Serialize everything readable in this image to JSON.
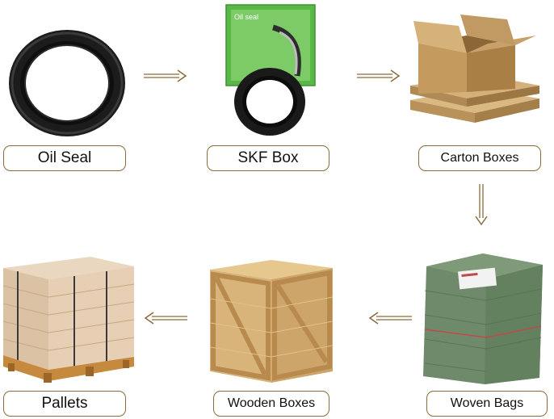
{
  "steps": [
    {
      "label": "Oil Seal",
      "image": "oil-seal-ring"
    },
    {
      "label": "SKF Box",
      "image": "skf-box-with-seal",
      "box_text": "Oil seal"
    },
    {
      "label": "Carton Boxes",
      "image": "carton-boxes"
    },
    {
      "label": "Woven Bags",
      "image": "woven-bag-package"
    },
    {
      "label": "Wooden Boxes",
      "image": "wooden-crate"
    },
    {
      "label": "Pallets",
      "image": "wrapped-pallet"
    }
  ],
  "arrow_icons": [
    "arrow-right-icon",
    "arrow-right-icon",
    "arrow-down-icon",
    "arrow-left-icon",
    "arrow-left-icon"
  ],
  "colors": {
    "label_border": "#8a6a3a",
    "arrow": "#8a6a3a",
    "box_green": "#5ab848",
    "cardboard": "#c9a26b",
    "wood": "#d9b47a",
    "woven_bag": "#6f8a6a"
  }
}
